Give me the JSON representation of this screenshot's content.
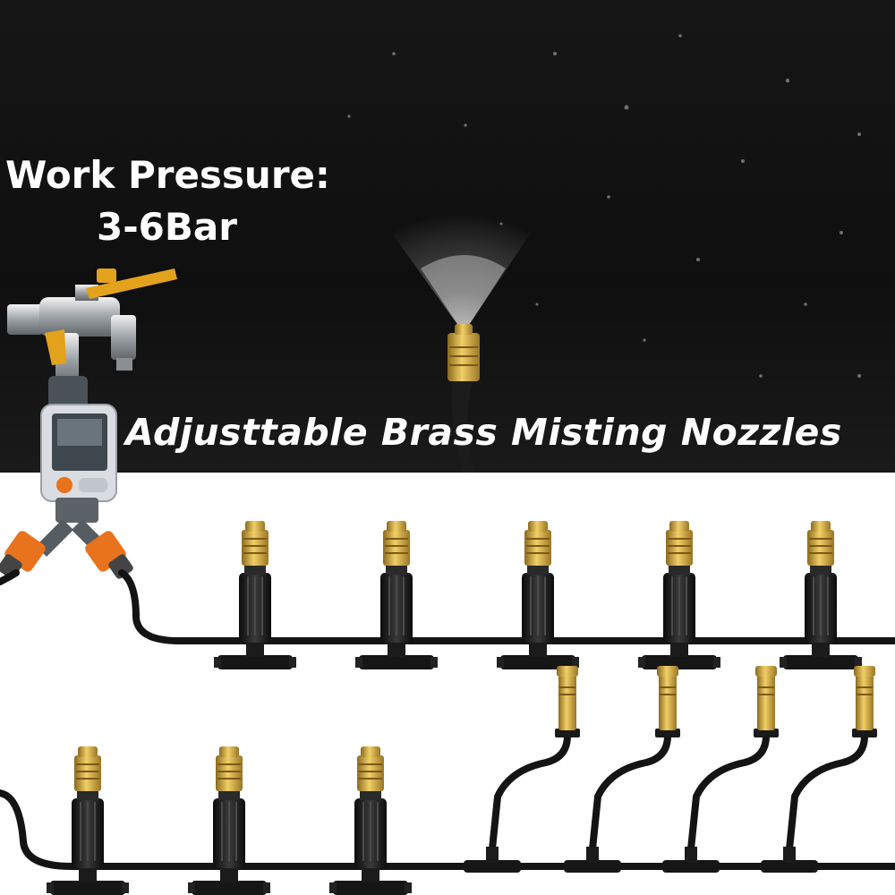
{
  "texts": {
    "pressure_label": "Work Pressure:",
    "pressure_value": "3-6Bar",
    "nozzle_caption": "Adjusttable Brass Misting Nozzles"
  },
  "colors": {
    "background_top": "#111111",
    "background_bottom": "#ffffff",
    "tubing": "#141414",
    "brass": "#c9a43a",
    "connector_orange": "#e8731c",
    "timer_body": "#d9dde2",
    "timer_screen": "#3f474f"
  },
  "icons": {
    "faucet": "brass-tap-icon",
    "timer": "digital-water-timer-icon",
    "nozzle": "brass-misting-nozzle-icon"
  },
  "counts": {
    "upper_row_nozzles": 5,
    "lower_row_straight_nozzles": 3,
    "lower_row_curved_nozzles": 4
  }
}
